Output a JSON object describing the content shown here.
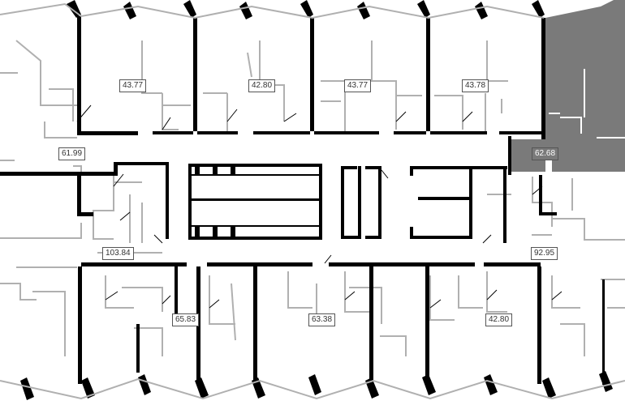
{
  "plan": {
    "units": [
      {
        "id": "u1",
        "area": "43.77",
        "selected": false
      },
      {
        "id": "u2",
        "area": "42.80",
        "selected": false
      },
      {
        "id": "u3",
        "area": "43.77",
        "selected": false
      },
      {
        "id": "u4",
        "area": "43.78",
        "selected": false
      },
      {
        "id": "u5",
        "area": "61.99",
        "selected": false
      },
      {
        "id": "u6",
        "area": "62.68",
        "selected": true
      },
      {
        "id": "u7",
        "area": "103.84",
        "selected": false
      },
      {
        "id": "u8",
        "area": "92.95",
        "selected": false
      },
      {
        "id": "u9",
        "area": "65.83",
        "selected": false
      },
      {
        "id": "u10",
        "area": "63.38",
        "selected": false
      },
      {
        "id": "u11",
        "area": "42.80",
        "selected": false
      }
    ],
    "colors": {
      "wall": "#000000",
      "partition": "#b0b0b0",
      "highlight": "#7a7a7a",
      "background": "#ffffff"
    }
  }
}
